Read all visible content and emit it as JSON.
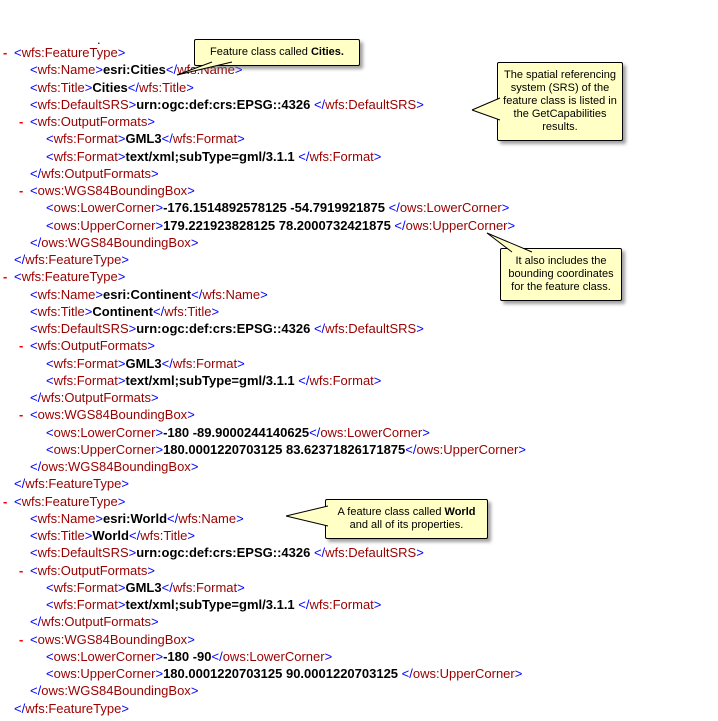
{
  "document": {
    "stray_text": ".",
    "syntax_colors": {
      "bracket": "#0000ff",
      "tag_name": "#990000",
      "text_value": "#000000",
      "collapse_marker": "#ff0000"
    },
    "lines": [
      {
        "indent": 0,
        "collapsible": true,
        "kind": "open",
        "tag": "wfs:FeatureType"
      },
      {
        "indent": 1,
        "collapsible": false,
        "kind": "leaf",
        "tag": "wfs:Name",
        "text": "esri:Cities"
      },
      {
        "indent": 1,
        "collapsible": false,
        "kind": "leaf",
        "tag": "wfs:Title",
        "text": "Cities"
      },
      {
        "indent": 1,
        "collapsible": false,
        "kind": "leaf",
        "tag": "wfs:DefaultSRS",
        "text": "urn:ogc:def:crs:EPSG::4326 "
      },
      {
        "indent": 1,
        "collapsible": true,
        "kind": "open",
        "tag": "wfs:OutputFormats"
      },
      {
        "indent": 2,
        "collapsible": false,
        "kind": "leaf",
        "tag": "wfs:Format",
        "text": "GML3"
      },
      {
        "indent": 2,
        "collapsible": false,
        "kind": "leaf",
        "tag": "wfs:Format",
        "text": "text/xml;subType=gml/3.1.1 "
      },
      {
        "indent": 1,
        "collapsible": false,
        "kind": "close",
        "tag": "wfs:OutputFormats"
      },
      {
        "indent": 1,
        "collapsible": true,
        "kind": "open",
        "tag": "ows:WGS84BoundingBox"
      },
      {
        "indent": 2,
        "collapsible": false,
        "kind": "leaf",
        "tag": "ows:LowerCorner",
        "text": "-176.1514892578125 -54.7919921875 "
      },
      {
        "indent": 2,
        "collapsible": false,
        "kind": "leaf",
        "tag": "ows:UpperCorner",
        "text": "179.221923828125 78.2000732421875 "
      },
      {
        "indent": 1,
        "collapsible": false,
        "kind": "close",
        "tag": "ows:WGS84BoundingBox"
      },
      {
        "indent": 0,
        "collapsible": false,
        "kind": "close",
        "tag": "wfs:FeatureType"
      },
      {
        "indent": 0,
        "collapsible": true,
        "kind": "open",
        "tag": "wfs:FeatureType"
      },
      {
        "indent": 1,
        "collapsible": false,
        "kind": "leaf",
        "tag": "wfs:Name",
        "text": "esri:Continent"
      },
      {
        "indent": 1,
        "collapsible": false,
        "kind": "leaf",
        "tag": "wfs:Title",
        "text": "Continent"
      },
      {
        "indent": 1,
        "collapsible": false,
        "kind": "leaf",
        "tag": "wfs:DefaultSRS",
        "text": "urn:ogc:def:crs:EPSG::4326 "
      },
      {
        "indent": 1,
        "collapsible": true,
        "kind": "open",
        "tag": "wfs:OutputFormats"
      },
      {
        "indent": 2,
        "collapsible": false,
        "kind": "leaf",
        "tag": "wfs:Format",
        "text": "GML3"
      },
      {
        "indent": 2,
        "collapsible": false,
        "kind": "leaf",
        "tag": "wfs:Format",
        "text": "text/xml;subType=gml/3.1.1 "
      },
      {
        "indent": 1,
        "collapsible": false,
        "kind": "close",
        "tag": "wfs:OutputFormats"
      },
      {
        "indent": 1,
        "collapsible": true,
        "kind": "open",
        "tag": "ows:WGS84BoundingBox"
      },
      {
        "indent": 2,
        "collapsible": false,
        "kind": "leaf",
        "tag": "ows:LowerCorner",
        "text": "-180 -89.9000244140625"
      },
      {
        "indent": 2,
        "collapsible": false,
        "kind": "leaf",
        "tag": "ows:UpperCorner",
        "text": "180.0001220703125 83.62371826171875"
      },
      {
        "indent": 1,
        "collapsible": false,
        "kind": "close",
        "tag": "ows:WGS84BoundingBox"
      },
      {
        "indent": 0,
        "collapsible": false,
        "kind": "close",
        "tag": "wfs:FeatureType"
      },
      {
        "indent": 0,
        "collapsible": true,
        "kind": "open",
        "tag": "wfs:FeatureType"
      },
      {
        "indent": 1,
        "collapsible": false,
        "kind": "leaf",
        "tag": "wfs:Name",
        "text": "esri:World"
      },
      {
        "indent": 1,
        "collapsible": false,
        "kind": "leaf",
        "tag": "wfs:Title",
        "text": "World"
      },
      {
        "indent": 1,
        "collapsible": false,
        "kind": "leaf",
        "tag": "wfs:DefaultSRS",
        "text": "urn:ogc:def:crs:EPSG::4326 "
      },
      {
        "indent": 1,
        "collapsible": true,
        "kind": "open",
        "tag": "wfs:OutputFormats"
      },
      {
        "indent": 2,
        "collapsible": false,
        "kind": "leaf",
        "tag": "wfs:Format",
        "text": "GML3"
      },
      {
        "indent": 2,
        "collapsible": false,
        "kind": "leaf",
        "tag": "wfs:Format",
        "text": "text/xml;subType=gml/3.1.1 "
      },
      {
        "indent": 1,
        "collapsible": false,
        "kind": "close",
        "tag": "wfs:OutputFormats"
      },
      {
        "indent": 1,
        "collapsible": true,
        "kind": "open",
        "tag": "ows:WGS84BoundingBox"
      },
      {
        "indent": 2,
        "collapsible": false,
        "kind": "leaf",
        "tag": "ows:LowerCorner",
        "text": "-180 -90"
      },
      {
        "indent": 2,
        "collapsible": false,
        "kind": "leaf",
        "tag": "ows:UpperCorner",
        "text": "180.0001220703125 90.0001220703125 "
      },
      {
        "indent": 1,
        "collapsible": false,
        "kind": "close",
        "tag": "ows:WGS84BoundingBox"
      },
      {
        "indent": 0,
        "collapsible": false,
        "kind": "close",
        "tag": "wfs:FeatureType"
      }
    ]
  },
  "callouts": [
    {
      "id": "cities",
      "segments": [
        {
          "text": "Feature class called ",
          "bold": false
        },
        {
          "text": "Cities.",
          "bold": true
        }
      ]
    },
    {
      "id": "srs",
      "segments": [
        {
          "text": "The spatial referencing system (SRS) of the feature class is listed in the GetCapabilities results.",
          "bold": false
        }
      ]
    },
    {
      "id": "bbox",
      "segments": [
        {
          "text": "It also includes the bounding coordinates for the feature class.",
          "bold": false
        }
      ]
    },
    {
      "id": "world",
      "segments": [
        {
          "text": "A feature class called ",
          "bold": false
        },
        {
          "text": "World",
          "bold": true
        },
        {
          "text": " and all of its properties.",
          "bold": false
        }
      ]
    }
  ],
  "callout_style": {
    "background": "#ffffc6",
    "border": "#000000"
  }
}
